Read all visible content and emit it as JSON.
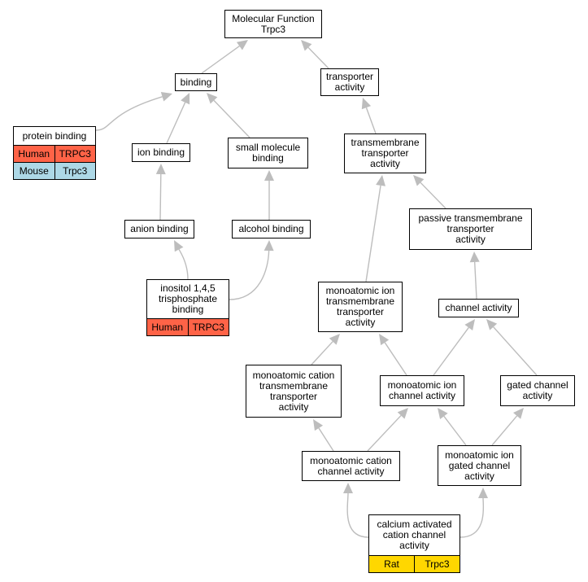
{
  "colors": {
    "edge": "#bdbdbd",
    "human": "#ff6347",
    "mouse": "#add8e6",
    "rat": "#ffd700"
  },
  "nodes": {
    "mf": {
      "lines": [
        "Molecular Function",
        "Trpc3"
      ]
    },
    "bind": {
      "lines": [
        "binding"
      ]
    },
    "trans": {
      "lines": [
        "transporter",
        "activity"
      ]
    },
    "prot": {
      "lines": [
        "protein binding"
      ],
      "orgs": [
        {
          "species": "Human",
          "gene": "TRPC3"
        },
        {
          "species": "Mouse",
          "gene": "Trpc3"
        }
      ]
    },
    "ion": {
      "lines": [
        "ion binding"
      ]
    },
    "small": {
      "lines": [
        "small molecule",
        "binding"
      ]
    },
    "tmt": {
      "lines": [
        "transmembrane",
        "transporter",
        "activity"
      ]
    },
    "anion": {
      "lines": [
        "anion binding"
      ]
    },
    "alc": {
      "lines": [
        "alcohol binding"
      ]
    },
    "pass": {
      "lines": [
        "passive transmembrane",
        "transporter",
        "activity"
      ]
    },
    "ino": {
      "lines": [
        "inositol 1,4,5",
        "trisphosphate",
        "binding"
      ],
      "orgs": [
        {
          "species": "Human",
          "gene": "TRPC3"
        }
      ]
    },
    "moit": {
      "lines": [
        "monoatomic ion",
        "transmembrane",
        "transporter",
        "activity"
      ]
    },
    "chan": {
      "lines": [
        "channel activity"
      ]
    },
    "mcat": {
      "lines": [
        "monoatomic cation",
        "transmembrane",
        "transporter",
        "activity"
      ]
    },
    "moic": {
      "lines": [
        "monoatomic ion",
        "channel activity"
      ]
    },
    "gated": {
      "lines": [
        "gated channel",
        "activity"
      ]
    },
    "mcc": {
      "lines": [
        "monoatomic cation",
        "channel activity"
      ]
    },
    "migc": {
      "lines": [
        "monoatomic ion",
        "gated channel",
        "activity"
      ]
    },
    "calc": {
      "lines": [
        "calcium activated",
        "cation channel",
        "activity"
      ],
      "orgs": [
        {
          "species": "Rat",
          "gene": "Trpc3"
        }
      ]
    }
  },
  "edges": [
    [
      "bind",
      "mf"
    ],
    [
      "trans",
      "mf"
    ],
    [
      "prot",
      "bind"
    ],
    [
      "ion",
      "bind"
    ],
    [
      "small",
      "bind"
    ],
    [
      "tmt",
      "trans"
    ],
    [
      "anion",
      "ion"
    ],
    [
      "alc",
      "small"
    ],
    [
      "ino",
      "anion"
    ],
    [
      "ino",
      "alc"
    ],
    [
      "moit",
      "tmt"
    ],
    [
      "pass",
      "tmt"
    ],
    [
      "chan",
      "pass"
    ],
    [
      "mcat",
      "moit"
    ],
    [
      "moic",
      "moit"
    ],
    [
      "moic",
      "chan"
    ],
    [
      "gated",
      "chan"
    ],
    [
      "mcc",
      "mcat"
    ],
    [
      "mcc",
      "moic"
    ],
    [
      "migc",
      "moic"
    ],
    [
      "migc",
      "gated"
    ],
    [
      "calc",
      "mcc"
    ],
    [
      "calc",
      "migc"
    ]
  ]
}
